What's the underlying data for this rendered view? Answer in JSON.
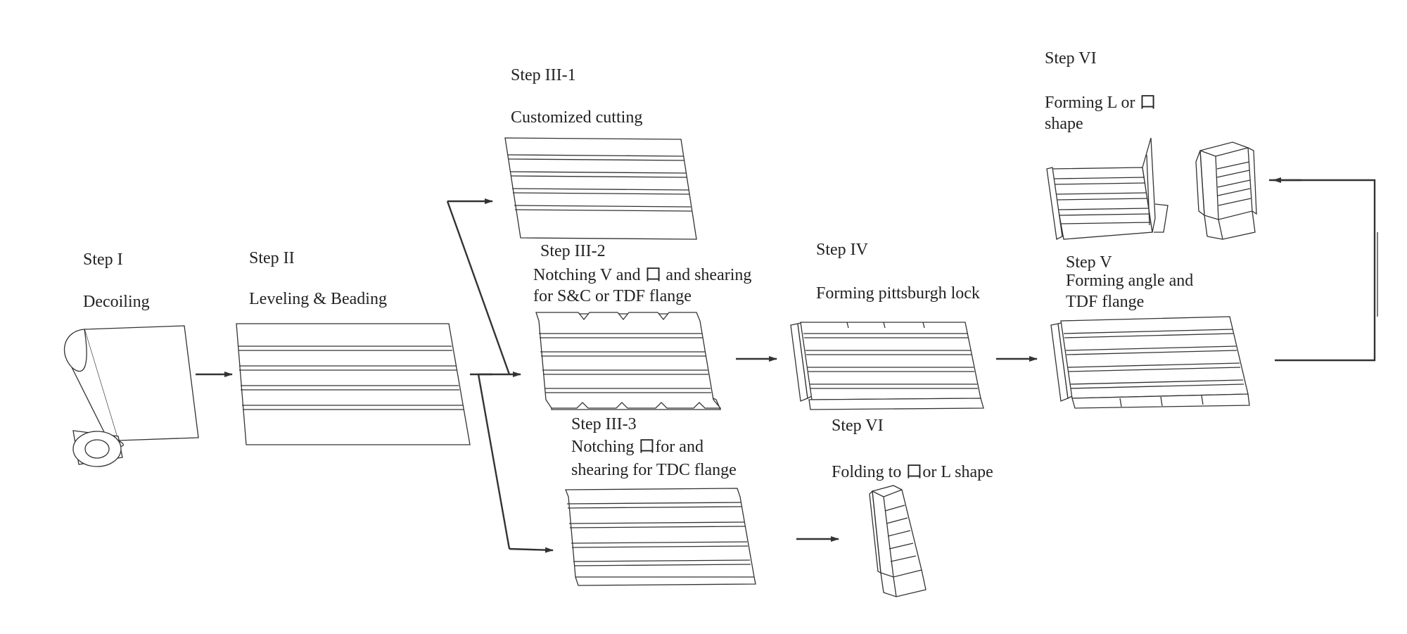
{
  "steps": {
    "s1": {
      "step": "Step I",
      "desc": "Decoiling"
    },
    "s2": {
      "step": "Step II",
      "desc": "Leveling & Beading"
    },
    "s3_1": {
      "step": "Step III-1",
      "desc": "Customized cutting"
    },
    "s3_2": {
      "step": "Step III-2",
      "desc_1": "Notching V and 口  and shearing",
      "desc_2": "for S&C or TDF flange"
    },
    "s3_3": {
      "step": "Step III-3",
      "desc_1": "Notching 口for and",
      "desc_2": "shearing for TDC flange"
    },
    "s4": {
      "step": "Step IV",
      "desc": "Forming pittsburgh lock"
    },
    "s5": {
      "step": "Step V",
      "desc_1": "Forming angle and",
      "desc_2": "TDF flange"
    },
    "s6_top": {
      "step": "Step VI",
      "desc_1": "Forming L or 口",
      "desc_2": "shape"
    },
    "s6_bottom": {
      "step": "Step VI",
      "desc": "Folding to 口or L shape"
    }
  },
  "colors": {
    "line": "#333333",
    "background": "#ffffff"
  }
}
